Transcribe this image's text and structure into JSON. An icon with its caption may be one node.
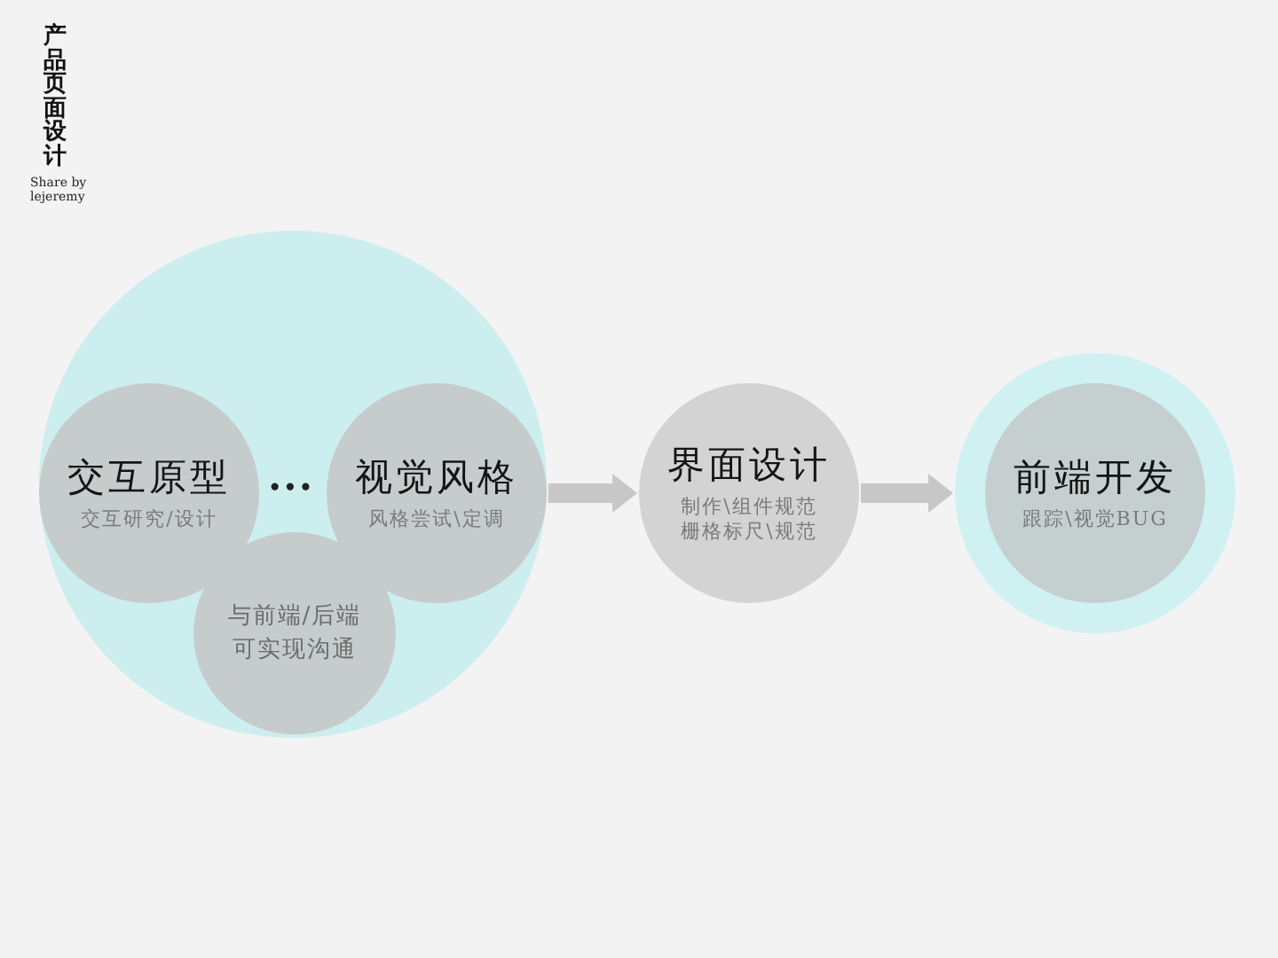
{
  "diagram": {
    "title": "产品页面设计",
    "nodes": [
      {
        "text": [],
        "shape": "circle"
      },
      {
        "text": [
          "交互原型",
          "交互研究/设计"
        ],
        "in": 0
      },
      {
        "text": [
          "视觉风格",
          "风格尝试\\定调"
        ],
        "in": 0
      },
      {
        "text": [
          "与前端/后端可实现沟通"
        ],
        "in": 0
      },
      {
        "text": [
          "界面设计",
          "制作\\组件规范",
          "栅格标尺\\规范"
        ]
      },
      {
        "text": [],
        "shape": "circle"
      },
      {
        "text": [
          "前端开发",
          "跟踪\\视觉BUG"
        ],
        "in": 5
      }
    ],
    "edges": [
      {
        "from": 0,
        "to": 4,
        "arrow": "to"
      },
      {
        "from": 4,
        "to": 5,
        "arrow": "to"
      }
    ],
    "labels": [
      "...",
      "Share by lejeremy"
    ]
  }
}
